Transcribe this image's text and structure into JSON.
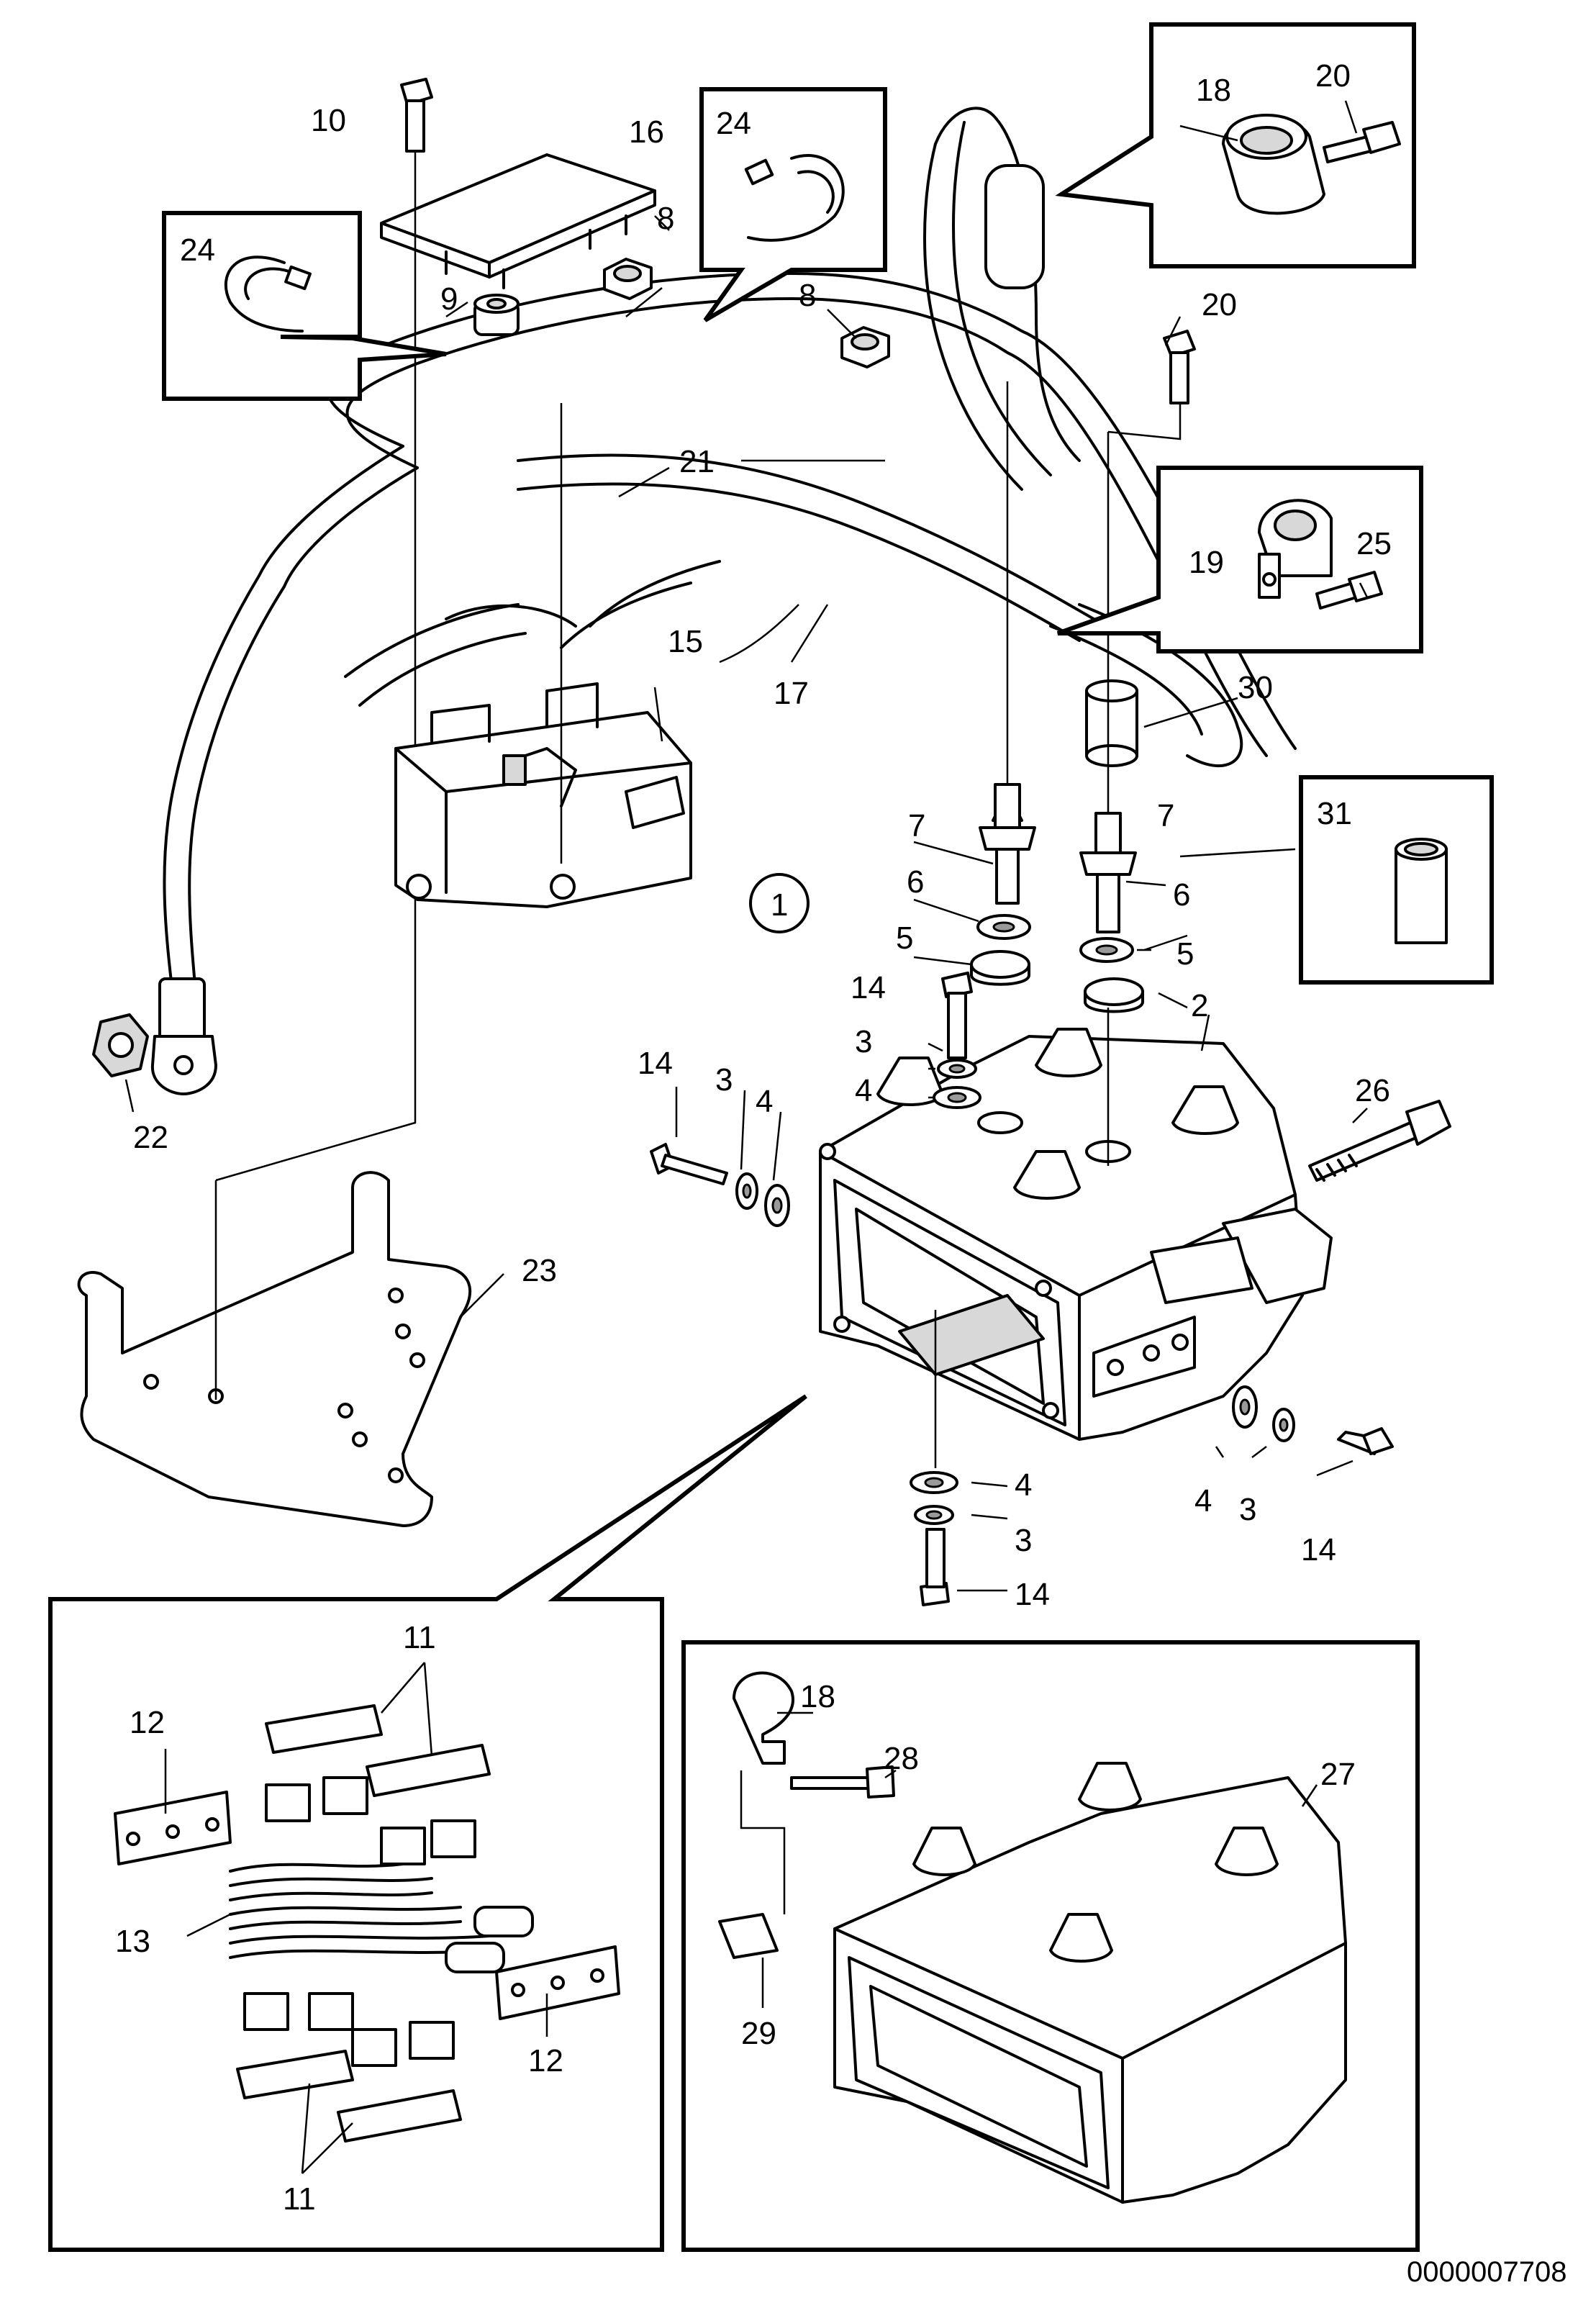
{
  "callouts": {
    "c1": "1",
    "c2": "2",
    "c3": "3",
    "c4": "4",
    "c5": "5",
    "c6": "6",
    "c7": "7",
    "c8": "8",
    "c9": "9",
    "c10": "10",
    "c11": "11",
    "c12": "12",
    "c13": "13",
    "c14": "14",
    "c15": "15",
    "c16": "16",
    "c17": "17",
    "c18": "18",
    "c19": "19",
    "c20": "20",
    "c21": "21",
    "c22": "22",
    "c23": "23",
    "c24": "24",
    "c25": "25",
    "c26": "26",
    "c27": "27",
    "c28": "28",
    "c29": "29",
    "c30": "30",
    "c31": "31"
  },
  "drawing_number": "0000007708"
}
